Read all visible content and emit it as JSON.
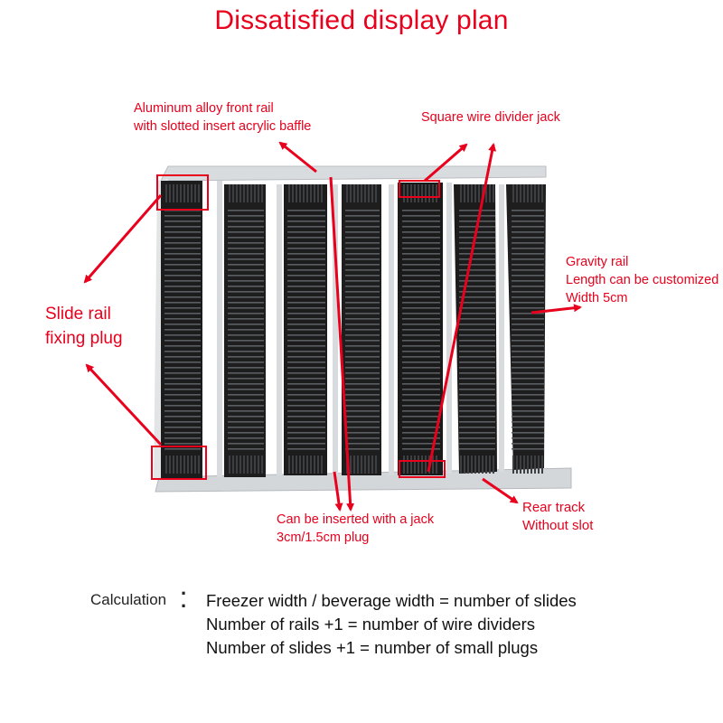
{
  "title": "Dissatisfied display plan",
  "labels": {
    "front_rail": [
      "Aluminum alloy front rail",
      "with slotted insert acrylic baffle"
    ],
    "divider_jack": [
      "Square wire divider jack"
    ],
    "gravity_rail": [
      "Gravity rail",
      "Length can be customized",
      "Width 5cm"
    ],
    "fixing_plug": [
      "Slide rail",
      "fixing plug"
    ],
    "jack_plug": [
      "Can be inserted with a jack",
      "3cm/1.5cm plug"
    ],
    "rear_track": [
      "Rear track",
      "Without slot"
    ]
  },
  "calculation": {
    "heading": "Calculation",
    "lines": [
      "Freezer width / beverage width = number of slides",
      "Number of rails +1 = number of wire dividers",
      "Number of slides +1 = number of small plugs"
    ]
  },
  "colors": {
    "annotation": "#e8001c",
    "rail": "#1c1c1c",
    "frame": "#d4d7da"
  },
  "rail_count": 7
}
